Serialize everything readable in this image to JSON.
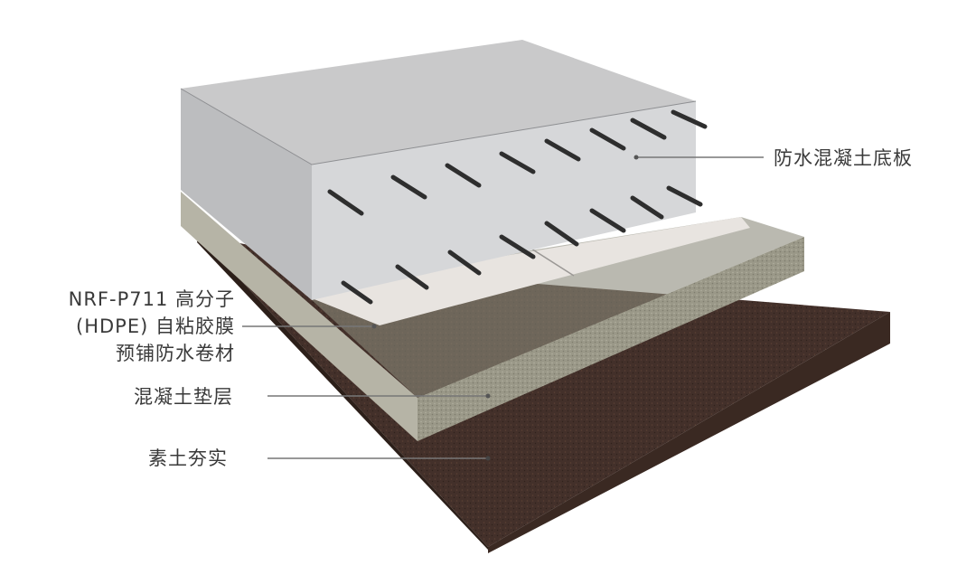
{
  "labels": {
    "slab": "防水混凝土底板",
    "membrane_line1": "NRF-P711 高分子",
    "membrane_line2": "(HDPE) 自粘胶膜",
    "membrane_line3": "预铺防水卷材",
    "cushion": "混凝土垫层",
    "soil": "素土夯实"
  },
  "colors": {
    "slab_top": "#c8c8c9",
    "slab_front": "#bcbdbf",
    "slab_side": "#d3d4d6",
    "membrane": "#e6e2de",
    "cushion_top": "#8f8d7f",
    "cushion_front": "#a6a494",
    "soil_top": "#4a3328",
    "soil_front": "#3d2a21",
    "rebar": "#2f2f2f",
    "leader": "#777777",
    "text": "#3a3a3a"
  }
}
